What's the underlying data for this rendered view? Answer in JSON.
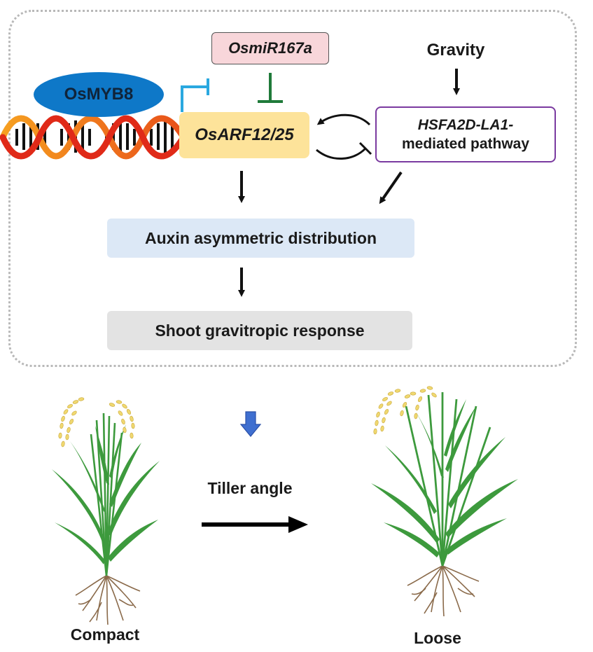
{
  "regulators": {
    "mirna": "OsmiR167a",
    "myb": "OsMYB8",
    "arf": "OsARF12/25"
  },
  "gravity": {
    "label": "Gravity",
    "pathway_line1": "HSFA2D-LA1-",
    "pathway_line2": "mediated pathway"
  },
  "outcomes": {
    "auxin": "Auxin asymmetric distribution",
    "shoot": "Shoot gravitropic response"
  },
  "phenotype": {
    "tiller_label": "Tiller angle",
    "compact_label": "Compact",
    "loose_label": "Loose"
  },
  "colors": {
    "mirna_box": "#f8d6da",
    "myb_ellipse": "#0e78c8",
    "arf_box": "#fde39a",
    "pathway_border": "#7a3aa0",
    "auxin_box": "#dce8f6",
    "shoot_box": "#e3e3e3",
    "myb_inhibit": "#2aa8e0",
    "mirna_inhibit": "#1f7a3a",
    "down_arrow": "#3f6fd0",
    "leaf": "#3d9a3d",
    "panicle": "#f0d870",
    "root": "#8a6a4a"
  }
}
